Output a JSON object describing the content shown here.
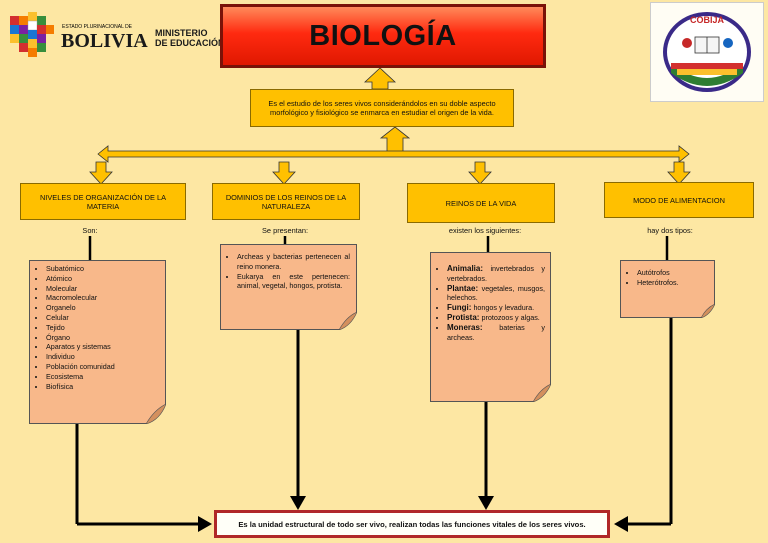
{
  "header": {
    "left_logo_line1": "ESTADO PLURINACIONAL DE",
    "left_logo_line2": "BOLIVIA",
    "ministry_line1": "MINISTERIO",
    "ministry_line2": "DE EDUCACIÓN",
    "school_badge_text": "COBIJA"
  },
  "title": "BIOLOGÍA",
  "definition": "Es el estudio de los seres vivos considerándolos en su doble aspecto morfológico y fisiológico se enmarca en estudiar el origen de la vida.",
  "branches": [
    {
      "label": "NIVELES DE ORGANIZACIÓN DE LA MATERIA",
      "connector": "Son:",
      "items": [
        "Subatómico",
        "Atómico",
        "Molecular",
        "Macromolecular",
        "Organelo",
        "Celular",
        "Tejido",
        "Órgano",
        "Aparatos y sistemas",
        "Individuo",
        "Población comunidad",
        "Ecosistema",
        "Biofísica"
      ]
    },
    {
      "label": "DOMINIOS DE LOS REINOS DE LA NATURALEZA",
      "connector": "Se presentan:",
      "items": [
        "Archeas y bacterias pertenecen al reino monera.",
        "Eukarya en este pertenecen: animal, vegetal, hongos, protista."
      ]
    },
    {
      "label": "REINOS DE LA VIDA",
      "connector": "existen los siguientes:",
      "items": [
        {
          "term": "Animalia:",
          "desc": "invertebrados y vertebrados."
        },
        {
          "term": "Plantae:",
          "desc": "vegetales, musgos, helechos."
        },
        {
          "term": "Fungi:",
          "desc": "hongos y levadura."
        },
        {
          "term": "Protista:",
          "desc": "protozoos y algas."
        },
        {
          "term": "Moneras:",
          "desc": "baterias y archeas."
        }
      ]
    },
    {
      "label": "MODO DE ALIMENTACION",
      "connector": "hay dos tipos:",
      "items": [
        "Autótrofos",
        "Heterótrofos."
      ]
    }
  ],
  "conclusion": "Es la unidad estructural de todo ser vivo, realizan todas las funciones vitales de los seres vivos.",
  "colors": {
    "background": "#fde7a3",
    "title_red": "#ff2a10",
    "box_yellow": "#ffc000",
    "note_salmon": "#f8b88a",
    "conclusion_border": "#b02828"
  }
}
